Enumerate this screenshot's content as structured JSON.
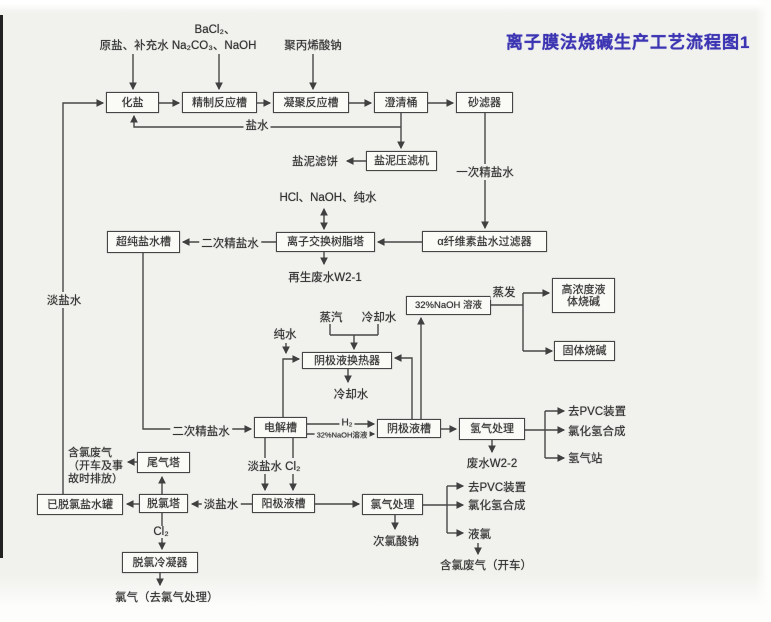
{
  "title": "离子膜法烧碱生产工艺流程图1",
  "colors": {
    "title": "#3c35b2",
    "line": "#474747",
    "text": "#333333",
    "background": "#f1f1ed"
  },
  "boxes": {
    "salt_dissolver": "化盐",
    "refining_reactor": "精制反应槽",
    "coagulation_reactor": "凝聚反应槽",
    "clarifier": "澄清桶",
    "sand_filter": "砂滤器",
    "mud_press": "盐泥压滤机",
    "ion_exchange_tower": "离子交换树脂塔",
    "ultrapure_brine_tank": "超纯盐水槽",
    "cellulose_filter": "α纤维素盐水过滤器",
    "naoh_solution": "32%NaOH 溶液",
    "high_conc_liquid_caustic": "高浓度液体烧碱",
    "solid_caustic": "固体烧碱",
    "catholyte_heat_exchanger": "阴极液换热器",
    "electrolyzer": "电解槽",
    "catholyte_tank": "阴极液槽",
    "hydrogen_treatment": "氢气处理",
    "tail_gas_tower": "尾气塔",
    "dechlorination_tower": "脱氯塔",
    "dechlorinated_brine_tank": "已脱氯盐水罐",
    "anolyte_tank": "阳极液槽",
    "chlorine_treatment": "氯气处理",
    "dechlorination_condenser": "脱氯冷凝器"
  },
  "labels": {
    "bacl2": "BaCl₂、",
    "raw_salt_feed": "原盐、补充水 Na₂CO₃、NaOH",
    "polyacrylate": "聚丙烯酸钠",
    "brine": "盐水",
    "mud_cake": "盐泥滤饼",
    "primary_brine": "一次精盐水",
    "hcl_naoh_water": "HCl、NaOH、纯水",
    "secondary_brine_1": "二次精盐水",
    "regen_waste": "再生废水W2-1",
    "weak_brine_left": "淡盐水",
    "steam": "蒸汽",
    "cooling_water_in": "冷却水",
    "pure_water": "纯水",
    "cooling_water_out": "冷却水",
    "evaporation": "蒸发",
    "h2": "H₂",
    "naoh_line": "32%NaOH溶液",
    "secondary_brine_2": "二次精盐水",
    "weak_brine_cl2": "淡盐水 Cl₂",
    "chlorine_waste_gas_left": "含氯废气（开车及事故时排放）",
    "weak_brine_mid": "淡盐水",
    "cl2": "Cl₂",
    "chlorine_out": "氯气（去氯气处理）",
    "hypochlorite": "次氯酸钠",
    "waste_water_22": "废水W2-2",
    "to_pvc_h": "去PVC装置",
    "hcl_synthesis_h": "氯化氢合成",
    "h2_station": "氢气站",
    "to_pvc_c": "去PVC装置",
    "hcl_synthesis_c": "氯化氢合成",
    "liquid_chlorine": "液氯",
    "chlorine_waste_gas_right": "含氯废气（开车）"
  }
}
